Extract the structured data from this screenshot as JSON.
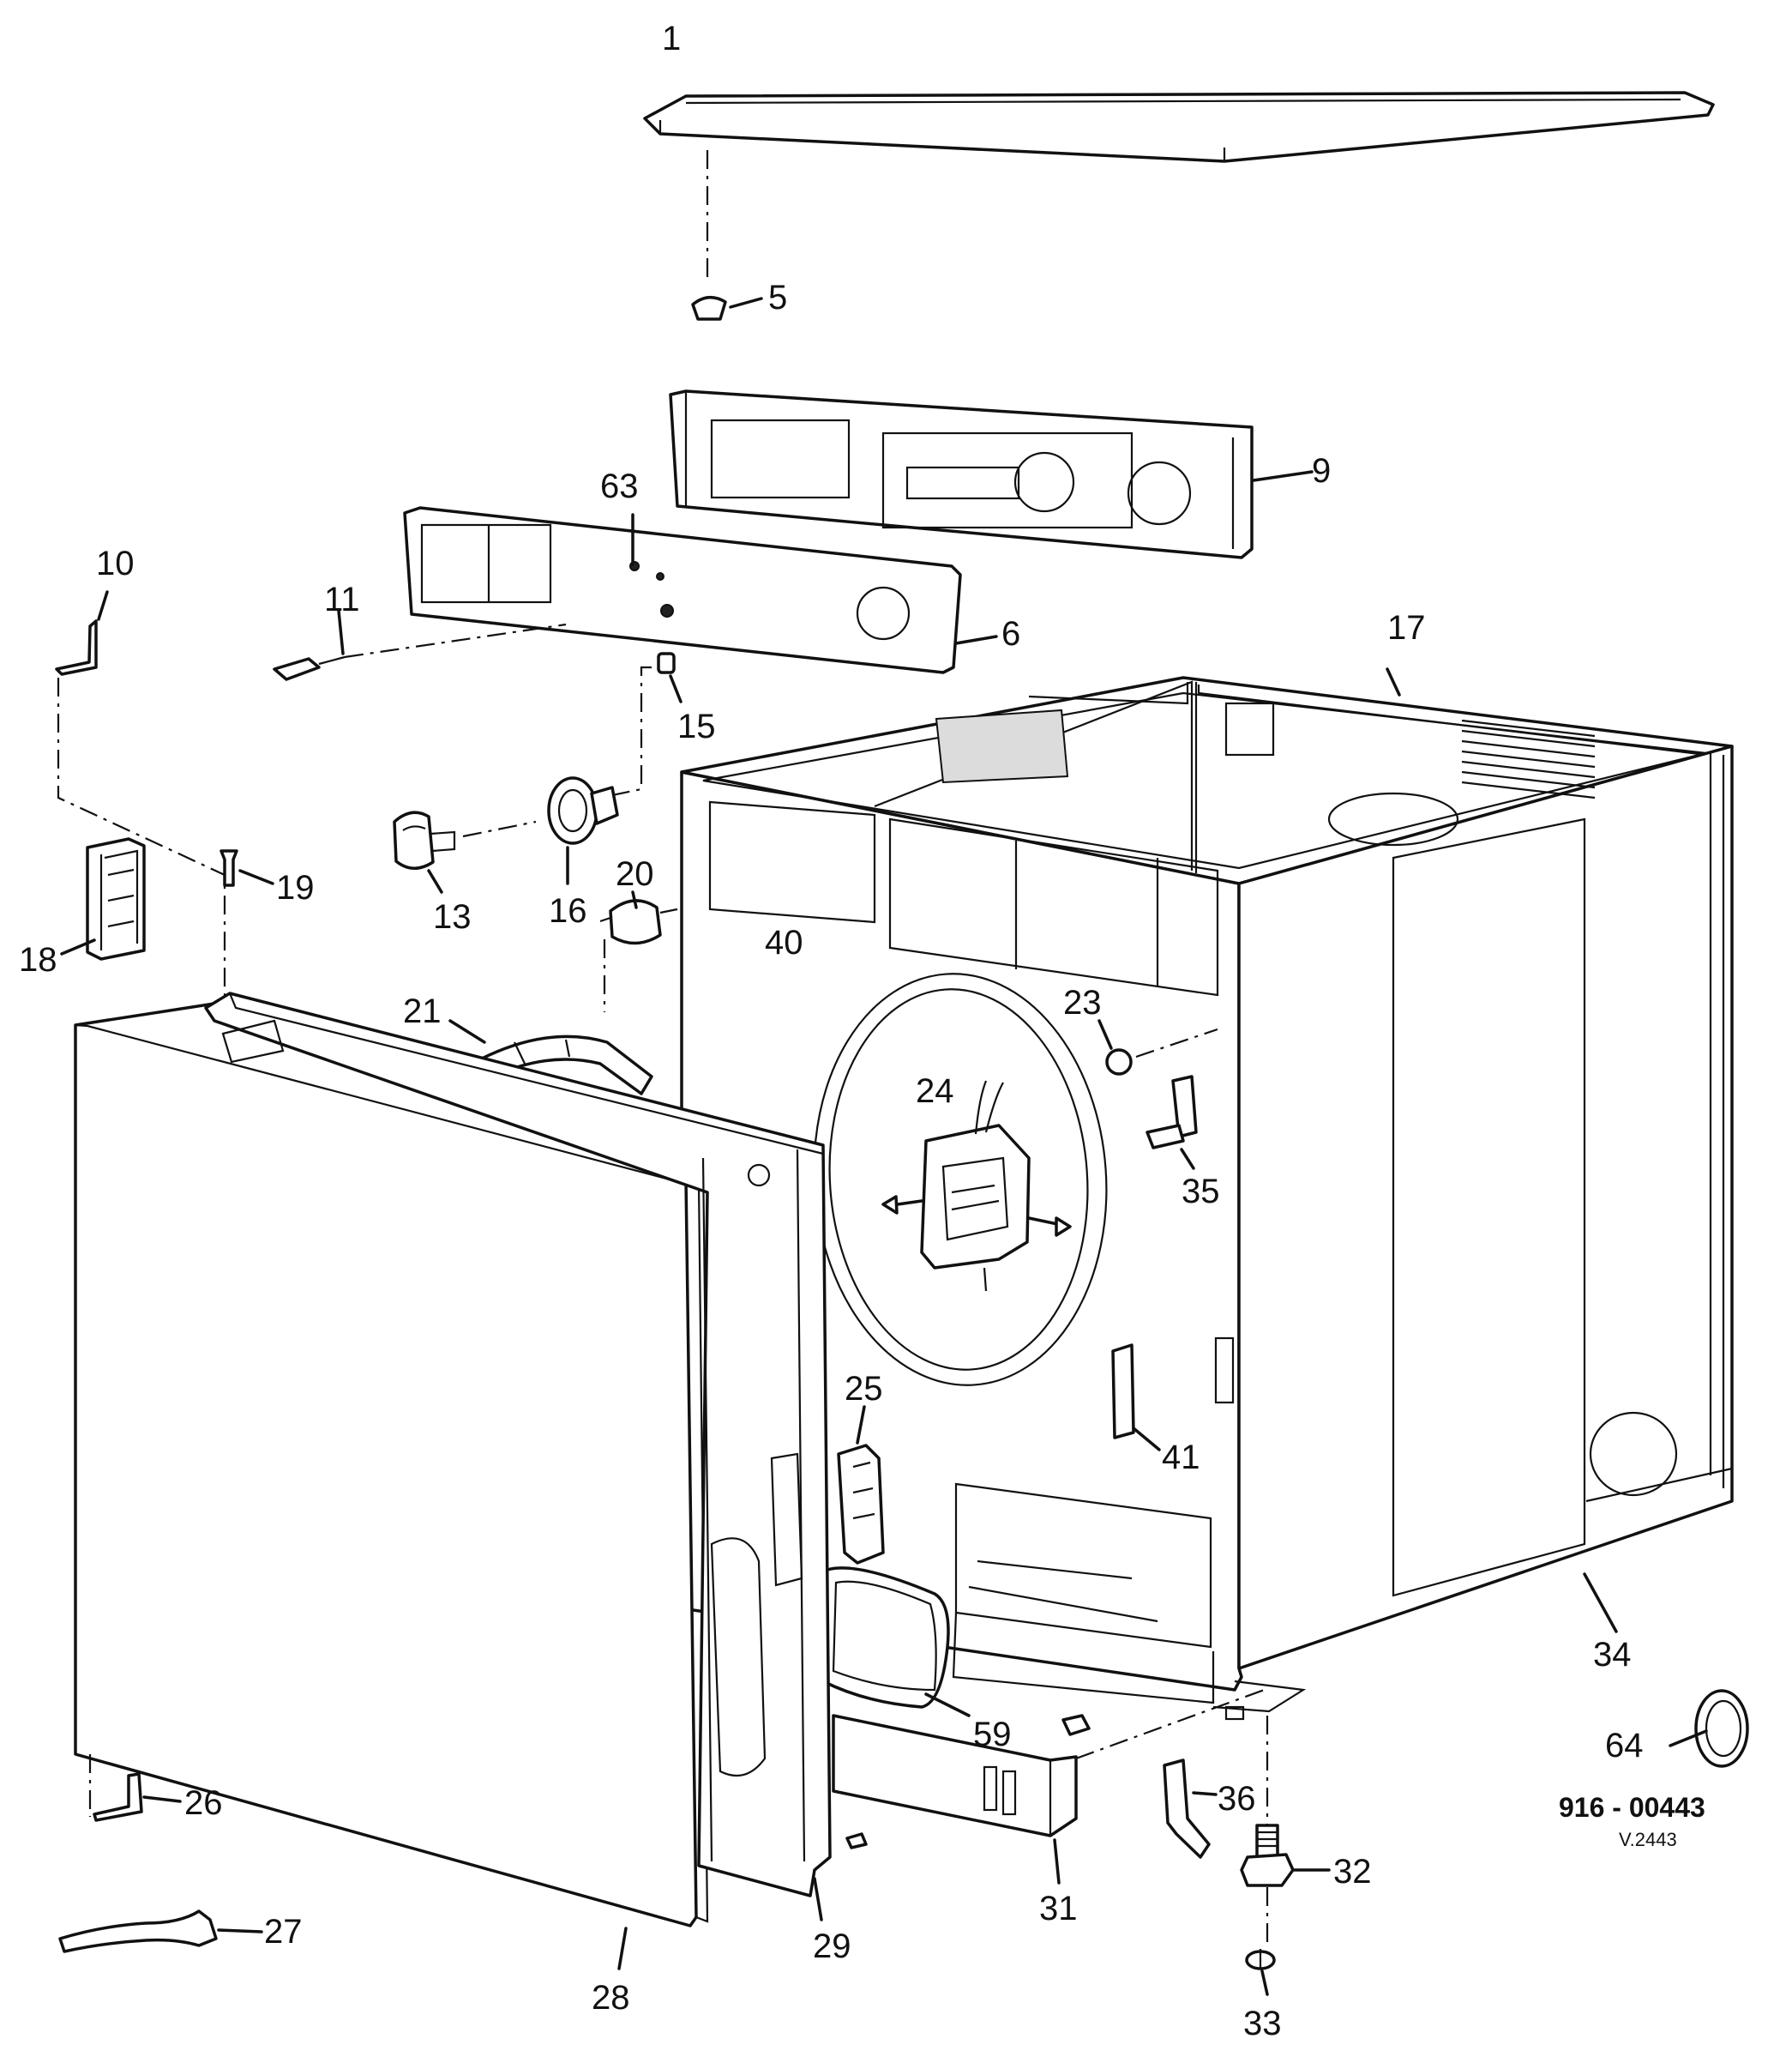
{
  "diagram": {
    "part_labels": [
      "1",
      "5",
      "9",
      "63",
      "6",
      "10",
      "11",
      "15",
      "17",
      "13",
      "16",
      "19",
      "20",
      "40",
      "18",
      "21",
      "23",
      "24",
      "35",
      "25",
      "41",
      "34",
      "59",
      "64",
      "26",
      "36",
      "32",
      "29",
      "31",
      "28",
      "27",
      "33"
    ],
    "drawing_number": "916 - 00443",
    "version": "V.2443"
  }
}
